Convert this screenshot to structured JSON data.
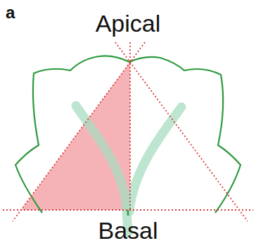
{
  "diagram": {
    "labels": [
      "a",
      "Apical",
      "Basal"
    ]
  }
}
